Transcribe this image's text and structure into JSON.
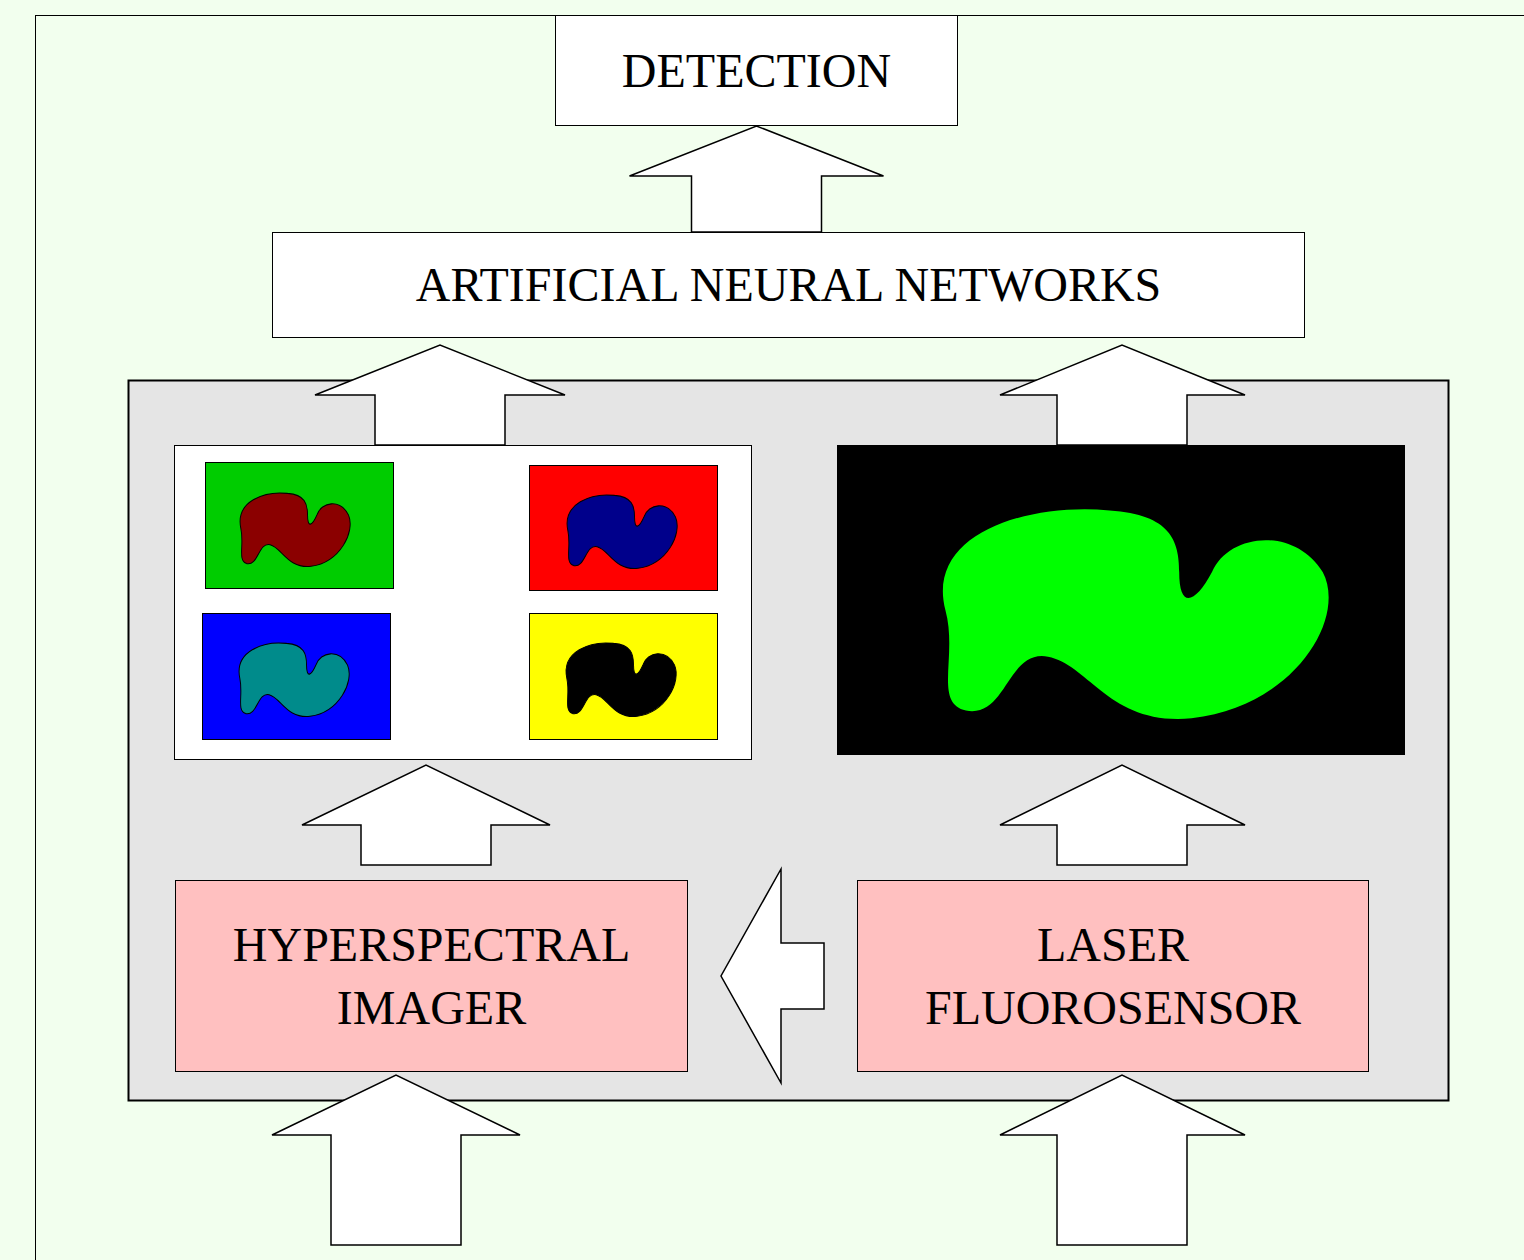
{
  "diagram": {
    "nodes": [
      {
        "text": [
          "DETECTION"
        ]
      },
      {
        "text": [
          "ARTIFICIAL NEURAL NETWORKS"
        ]
      },
      {
        "text": [
          "HYPERSPECTRAL IMAGER"
        ]
      },
      {
        "text": [
          "LASER FLUOROSENSOR"
        ]
      }
    ],
    "edges": [
      {
        "from": 1,
        "to": 0,
        "arrow": "to"
      },
      {
        "from": 3,
        "to": 2,
        "arrow": "to"
      }
    ]
  }
}
